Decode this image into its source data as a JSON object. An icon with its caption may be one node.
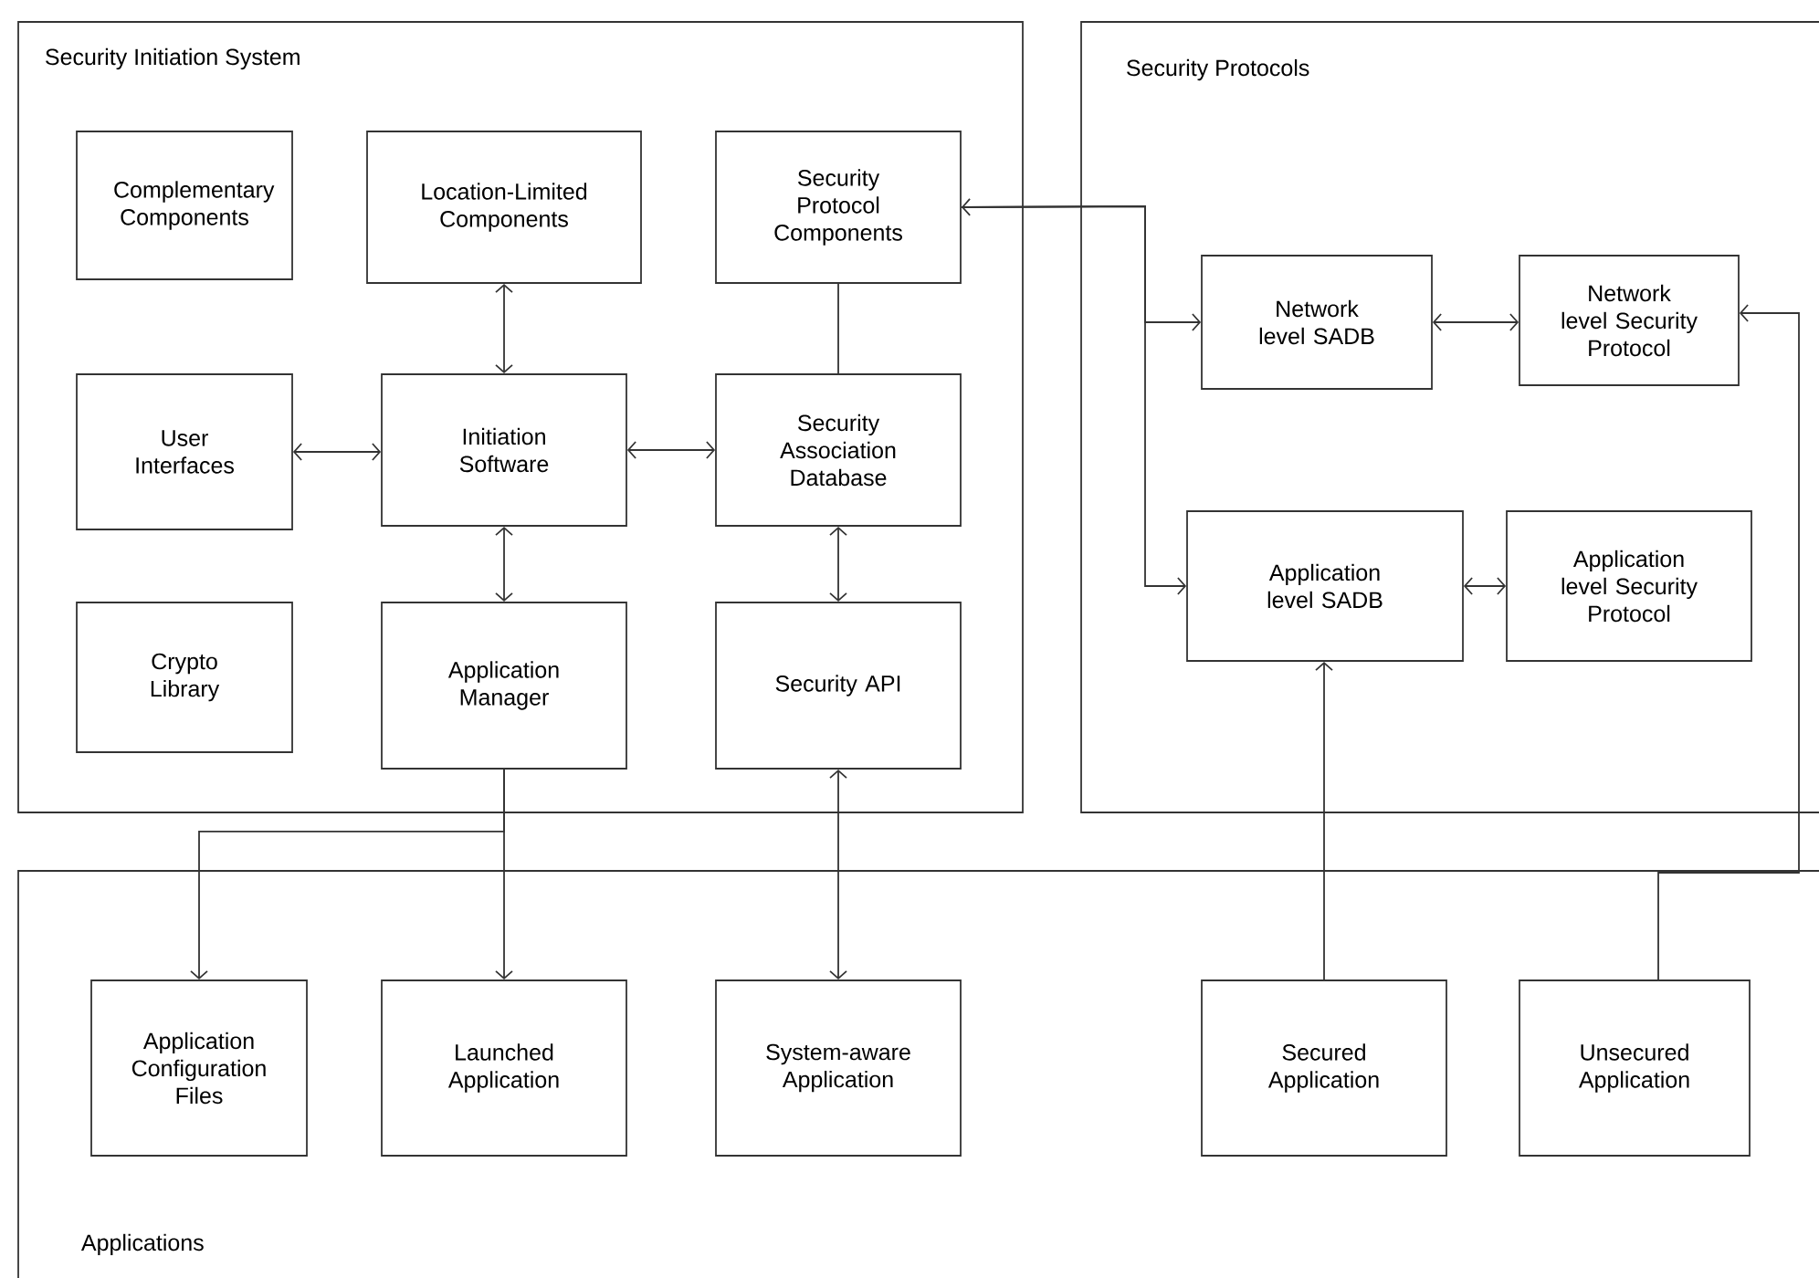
{
  "diagram": {
    "nodes": [
      {
        "text": [
          "Security Initiation System"
        ]
      },
      {
        "text": [
          "Complementary Components"
        ],
        "in": 0
      },
      {
        "text": [
          "Location-Limited Components"
        ],
        "in": 0
      },
      {
        "text": [
          "Security Protocol Components"
        ],
        "in": 0
      },
      {
        "text": [
          "User Interfaces"
        ],
        "in": 0
      },
      {
        "text": [
          "Initiation Software"
        ],
        "in": 0
      },
      {
        "text": [
          "Security Association Database"
        ],
        "in": 0
      },
      {
        "text": [
          "Crypto Library"
        ],
        "in": 0
      },
      {
        "text": [
          "Application Manager"
        ],
        "in": 0
      },
      {
        "text": [
          "Security API"
        ],
        "in": 0
      },
      {
        "text": [
          "Security Protocols"
        ]
      },
      {
        "text": [
          "Network level SADB"
        ],
        "in": 10
      },
      {
        "text": [
          "Network level Security Protocol"
        ],
        "in": 10
      },
      {
        "text": [
          "Application level SADB"
        ],
        "in": 10
      },
      {
        "text": [
          "Application level Security Protocol"
        ],
        "in": 10
      },
      {
        "text": [
          "Applications"
        ]
      },
      {
        "text": [
          "Application Configuration Files"
        ],
        "in": 15
      },
      {
        "text": [
          "Launched Application"
        ],
        "in": 15
      },
      {
        "text": [
          "System-aware Application"
        ],
        "in": 15
      },
      {
        "text": [
          "Secured Application"
        ],
        "in": 15
      },
      {
        "text": [
          "Unsecured Application"
        ],
        "in": 15
      }
    ],
    "edges": [
      {
        "from": 2,
        "to": 5,
        "arrow": "both"
      },
      {
        "from": 4,
        "to": 5,
        "arrow": "both"
      },
      {
        "from": 5,
        "to": 6,
        "arrow": "both"
      },
      {
        "from": 5,
        "to": 8,
        "arrow": "both"
      },
      {
        "from": 3,
        "to": 6,
        "arrow": "none"
      },
      {
        "from": 6,
        "to": 9,
        "arrow": "both"
      },
      {
        "from": 3,
        "to": 11,
        "arrow": "both"
      },
      {
        "from": 3,
        "to": 13,
        "arrow": "to"
      },
      {
        "from": 11,
        "to": 12,
        "arrow": "both"
      },
      {
        "from": 13,
        "to": 14,
        "arrow": "both"
      },
      {
        "from": 8,
        "to": 16,
        "arrow": "to"
      },
      {
        "from": 8,
        "to": 17,
        "arrow": "to"
      },
      {
        "from": 9,
        "to": 18,
        "arrow": "both"
      },
      {
        "from": 19,
        "to": 13,
        "arrow": "to"
      },
      {
        "from": 20,
        "to": 12,
        "arrow": "to"
      }
    ]
  }
}
